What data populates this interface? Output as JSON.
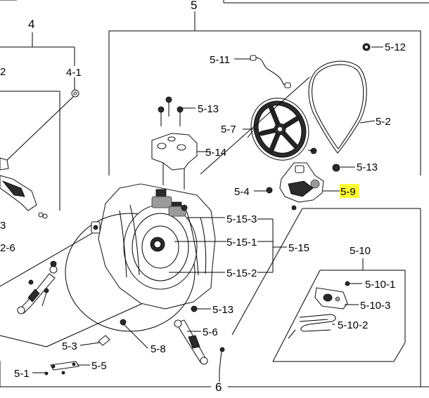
{
  "groups": {
    "g4": "4",
    "g5": "5",
    "g6": "6"
  },
  "callouts": {
    "c4_1": "4-1",
    "c4_2": "2",
    "c4_3": "3",
    "c4_6": "2-6",
    "c5_1": "5-1",
    "c5_2": "5-2",
    "c5_3": "5-3",
    "c5_4": "5-4",
    "c5_5": "5-5",
    "c5_6": "5-6",
    "c5_7": "5-7",
    "c5_8": "5-8",
    "c5_9": "5-9",
    "c5_10": "5-10",
    "c5_10_1": "5-10-1",
    "c5_10_2": "5-10-2",
    "c5_10_3": "5-10-3",
    "c5_11": "5-11",
    "c5_12": "5-12",
    "c5_13a": "5-13",
    "c5_13b": "5-13",
    "c5_13c": "5-13",
    "c5_14": "5-14",
    "c5_15": "5-15",
    "c5_15_1": "5-15-1",
    "c5_15_2": "5-15-2",
    "c5_15_3": "5-15-3"
  },
  "highlight_color": "#ffff33"
}
